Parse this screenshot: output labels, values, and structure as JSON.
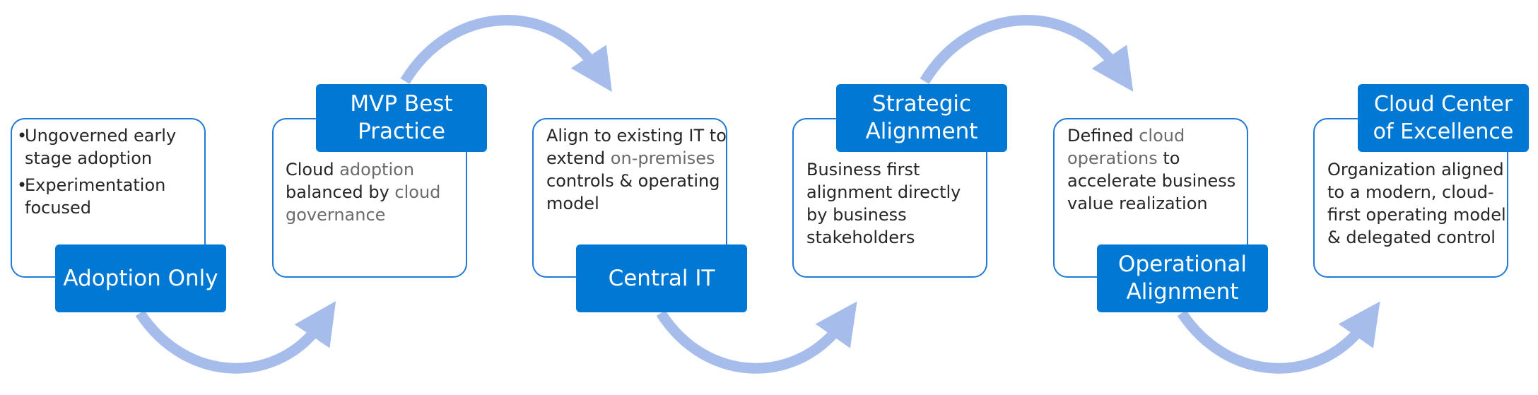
{
  "colors": {
    "label_bg": "#0078d4",
    "box_border": "#1f7ad6",
    "arrow": "#a6bdec",
    "text": "#262626",
    "muted_text": "#6b6b6b"
  },
  "stages": [
    {
      "label": "Adoption Only",
      "bullets": [
        "Ungoverned early stage adoption",
        "Experimentation focused"
      ]
    },
    {
      "label": "MVP Best Practice",
      "text_parts": [
        "Cloud",
        " adoption",
        " balanced by",
        " cloud governance"
      ]
    },
    {
      "label": "Central IT",
      "text_parts": [
        "Align to existing IT to extend",
        " on-premises",
        " controls & operating model"
      ]
    },
    {
      "label": "Strategic Alignment",
      "text": "Business first alignment directly by business stakeholders"
    },
    {
      "label": "Operational Alignment",
      "text_parts": [
        "Defined",
        " cloud operations",
        " to accelerate business value realization"
      ]
    },
    {
      "label": "Cloud Center of Excellence",
      "text": "Organization aligned to a modern, cloud-first operating model & delegated control"
    }
  ]
}
